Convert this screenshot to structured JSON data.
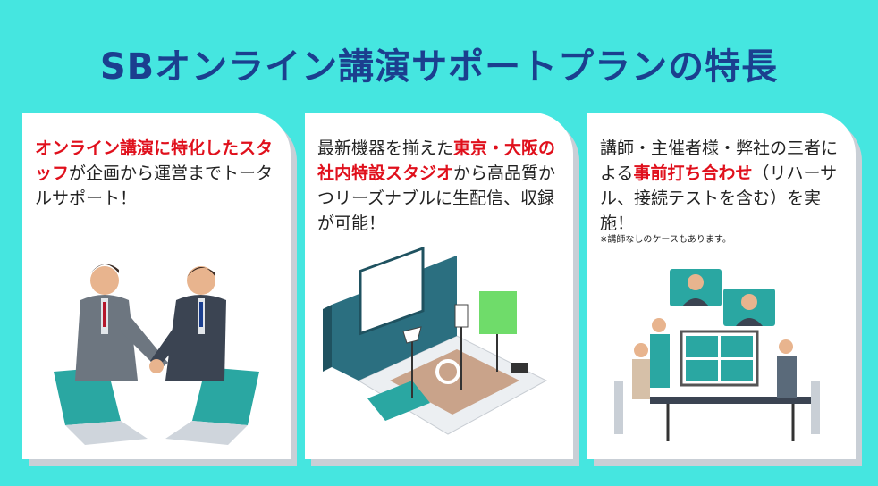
{
  "page": {
    "title": "SBオンライン講演サポートプランの特長"
  },
  "cards": [
    {
      "text_hl1": "オンライン講演に特化したスタッフ",
      "text_rest1": "が企画から運営までトータルサポート！"
    },
    {
      "text_pre": "最新機器を揃えた",
      "text_hl": "東京・大阪の社内特設スタジオ",
      "text_post": "から高品質かつリーズナブルに生配信、収録が可能！"
    },
    {
      "text_pre": "講師・主催者様・弊社の三者による",
      "text_hl": "事前打ち合わせ",
      "text_post": "（リハーサル、接続テストを含む）を実施！",
      "note": "※講師なしのケースもあります。"
    }
  ],
  "colors": {
    "background": "#45e6e0",
    "title": "#1b3f8f",
    "highlight": "#e0101c",
    "card_shadow": "#c9cfd6"
  },
  "icons": [
    "handshake-illustration",
    "studio-illustration",
    "meeting-illustration"
  ]
}
